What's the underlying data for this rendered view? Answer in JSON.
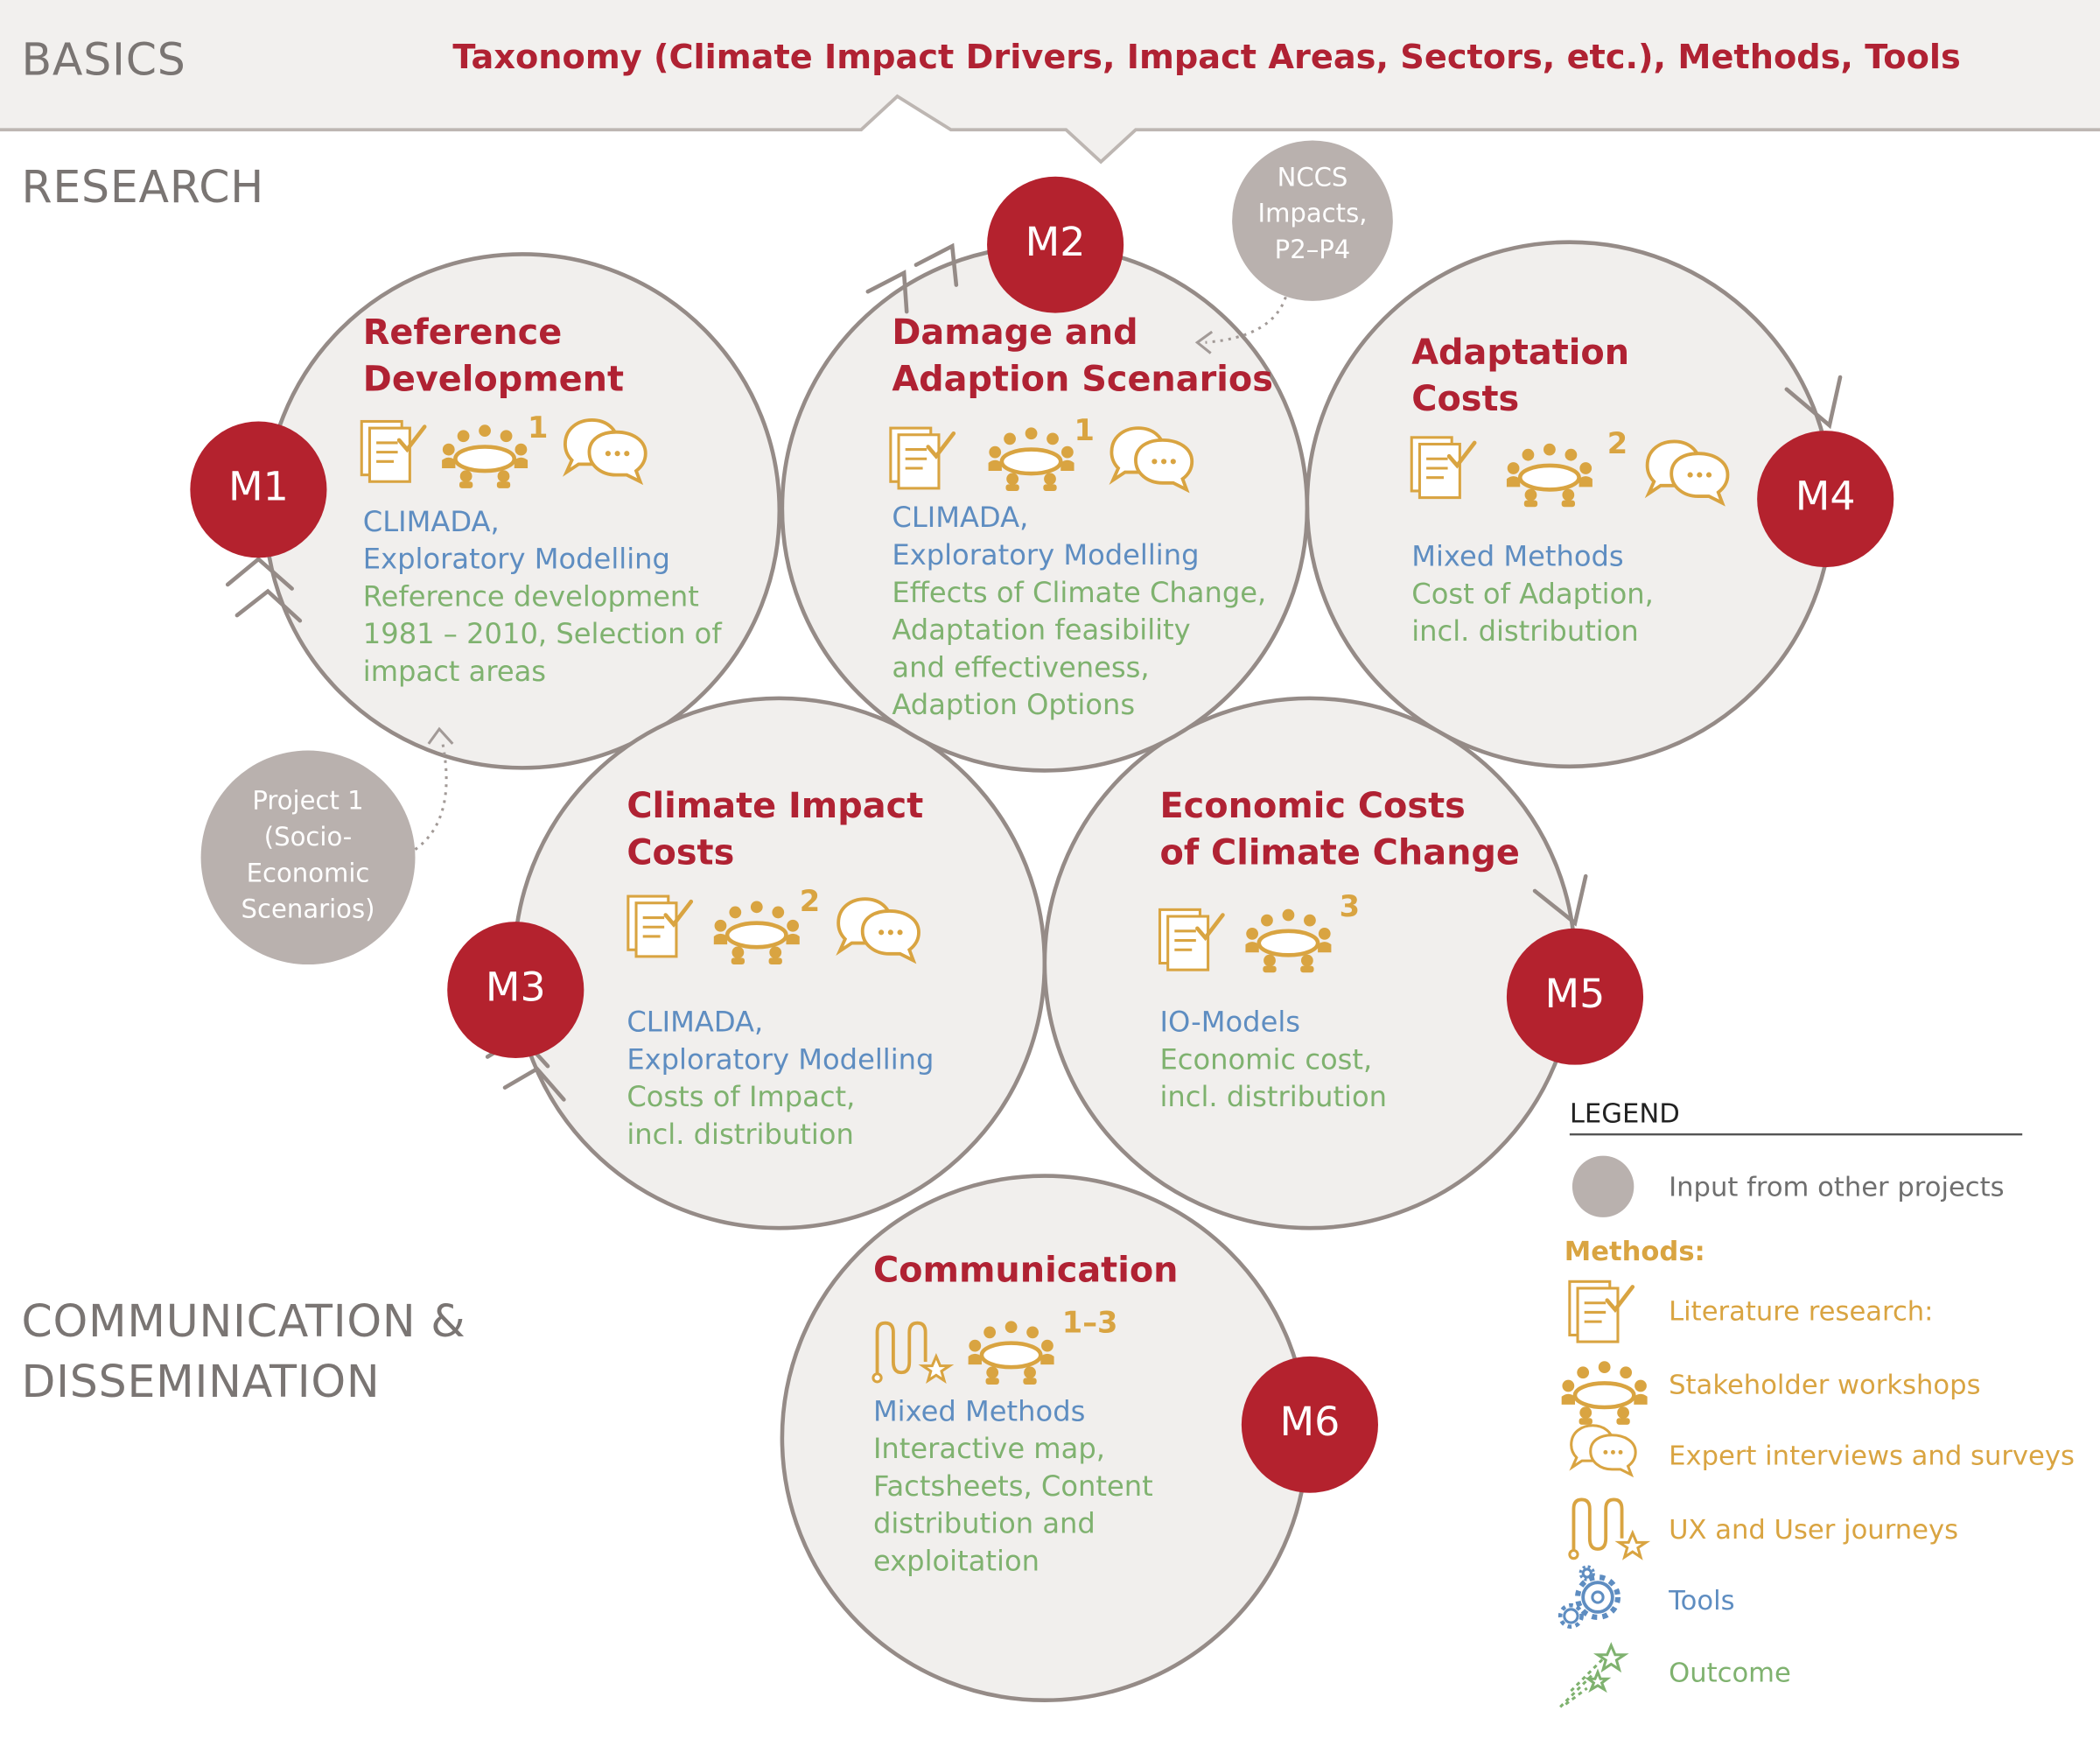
{
  "sections": {
    "basics": "BASICS",
    "research": "RESEARCH",
    "communication_line1": "COMMUNICATION &",
    "communication_line2": "DISSEMINATION"
  },
  "banner": "Taxonomy (Climate Impact Drivers, Impact Areas, Sectors, etc.), Methods, Tools",
  "modules": [
    {
      "id": "M1",
      "title": [
        "Reference",
        "Development"
      ],
      "tools": [
        "CLIMADA,",
        "Exploratory Modelling"
      ],
      "outcomes": [
        "Reference development",
        "1981 – 2010, Selection of",
        "impact areas"
      ],
      "workshop_sup": "1",
      "methods": [
        "literature",
        "workshop",
        "interview"
      ]
    },
    {
      "id": "M2",
      "title": [
        "Damage and",
        "Adaption Scenarios"
      ],
      "tools": [
        "CLIMADA,",
        "Exploratory Modelling"
      ],
      "outcomes": [
        "Effects of Climate Change,",
        "Adaptation feasibility",
        "and effectiveness,",
        "Adaption Options"
      ],
      "workshop_sup": "1",
      "methods": [
        "literature",
        "workshop",
        "interview"
      ]
    },
    {
      "id": "M3",
      "title": [
        "Climate Impact",
        "Costs"
      ],
      "tools": [
        "CLIMADA,",
        "Exploratory Modelling"
      ],
      "outcomes": [
        "Costs of Impact,",
        "incl. distribution"
      ],
      "workshop_sup": "2",
      "methods": [
        "literature",
        "workshop",
        "interview"
      ]
    },
    {
      "id": "M4",
      "title": [
        "Adaptation",
        "Costs"
      ],
      "tools": [
        "Mixed Methods"
      ],
      "outcomes": [
        "Cost of Adaption,",
        "incl. distribution"
      ],
      "workshop_sup": "2",
      "methods": [
        "literature",
        "workshop",
        "interview"
      ]
    },
    {
      "id": "M5",
      "title": [
        "Economic Costs",
        "of Climate Change"
      ],
      "tools": [
        "IO-Models"
      ],
      "outcomes": [
        "Economic cost,",
        "incl. distribution"
      ],
      "workshop_sup": "3",
      "methods": [
        "literature",
        "workshop"
      ]
    },
    {
      "id": "M6",
      "title": [
        "Communication"
      ],
      "tools": [
        "Mixed Methods"
      ],
      "outcomes": [
        "Interactive map,",
        "Factsheets, Content",
        "distribution and",
        "exploitation"
      ],
      "workshop_sup": "1–3",
      "methods": [
        "ux",
        "workshop"
      ]
    }
  ],
  "inputs": {
    "nccs": [
      "NCCS",
      "Impacts,",
      "P2–P4"
    ],
    "project1": [
      "Project 1",
      "(Socio-",
      "Economic",
      "Scenarios)"
    ]
  },
  "legend": {
    "title": "LEGEND",
    "input": "Input from other projects",
    "methods_label": "Methods:",
    "literature": "Literature research:",
    "workshops": "Stakeholder workshops",
    "interviews": "Expert interviews and surveys",
    "ux": "UX and User journeys",
    "tools": "Tools",
    "outcome": "Outcome"
  },
  "colors": {
    "accent_red": "#b02233",
    "module_circle": "#b4222e",
    "bubble_fill": "#f1efed",
    "input_grey": "#b9b1ae",
    "arrow_grey": "#958b87",
    "tools_blue": "#5e8dc1",
    "outcome_green": "#7fb26f",
    "method_gold": "#d9a441",
    "section_grey": "#7a7573"
  },
  "icons": {
    "literature": "document-check-icon",
    "workshop": "people-around-table-icon",
    "interview": "speech-bubbles-icon",
    "ux": "user-journey-icon",
    "tools": "gears-icon",
    "outcome": "shooting-stars-icon"
  }
}
